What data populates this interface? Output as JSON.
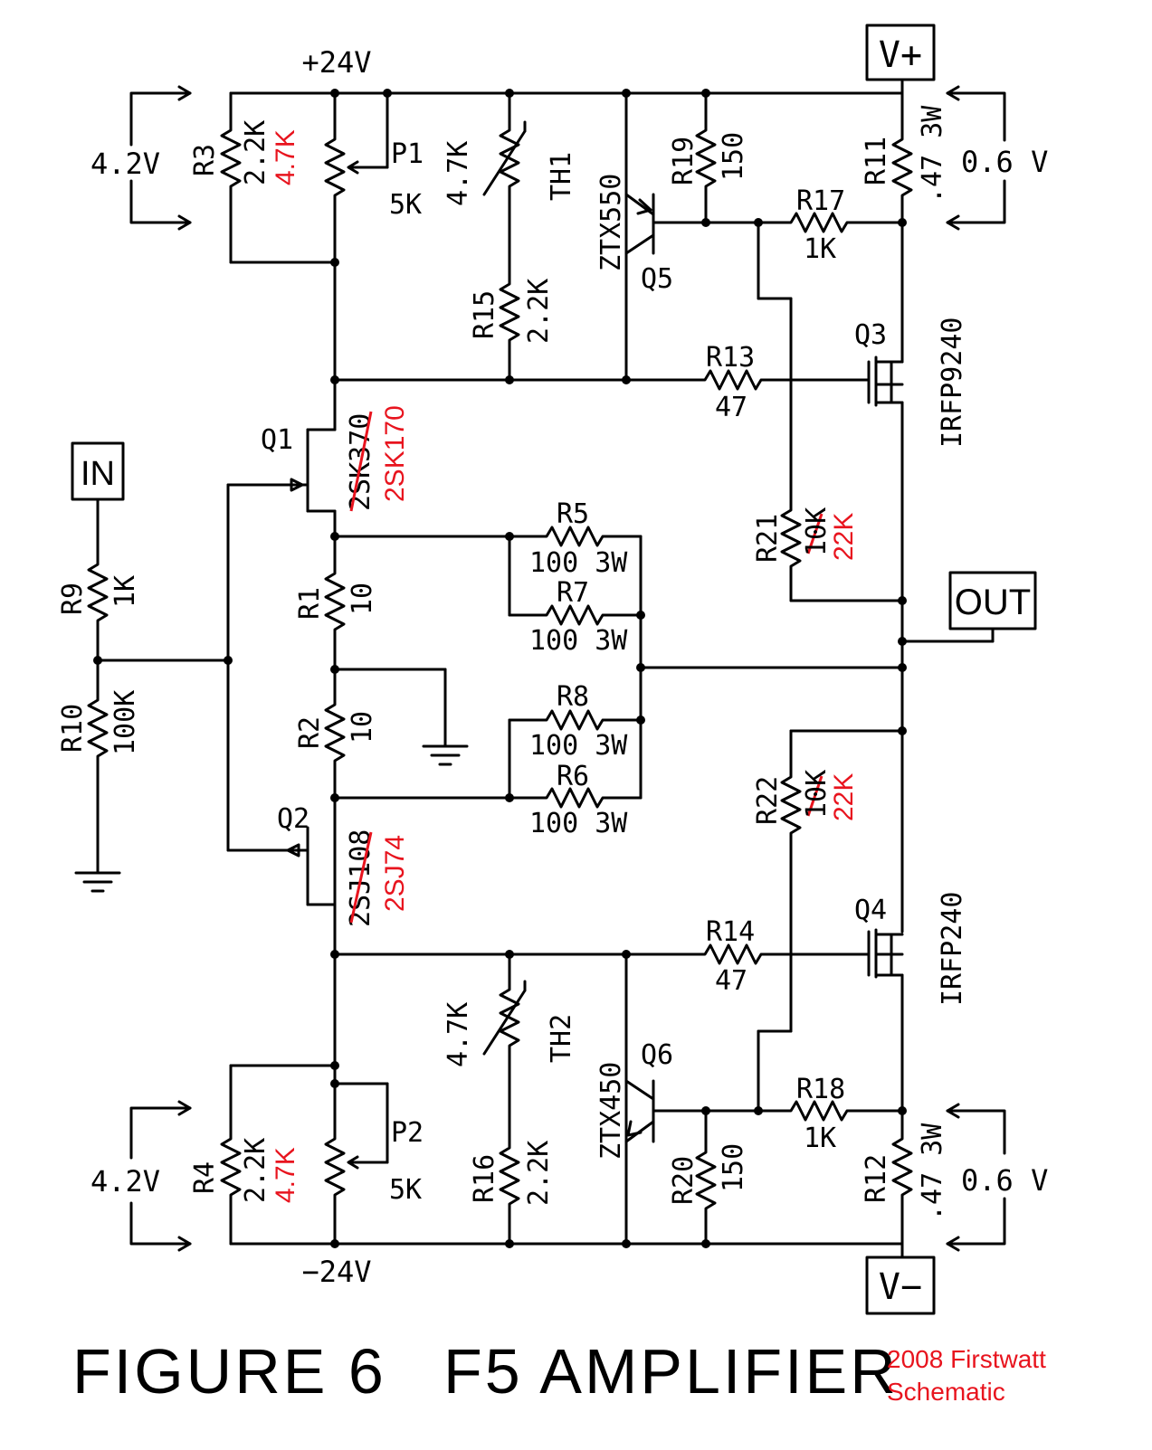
{
  "title": "FIGURE 6",
  "subtitle": "F5 AMPLIFIER",
  "note_line1": "2008 Firstwatt",
  "note_line2": "Schematic",
  "colors": {
    "ink": "#000000",
    "annotation": "#e8141e"
  },
  "rails": {
    "pos24": "+24V",
    "neg24": "−24V",
    "vplus": "V+",
    "vminus": "V−",
    "in": "IN",
    "out": "OUT"
  },
  "measurements": {
    "top_left": "4.2V",
    "bottom_left": "4.2V",
    "top_right": "0.6 V",
    "bottom_right": "0.6 V"
  },
  "components": {
    "R3": {
      "ref": "R3",
      "value": "2.2K",
      "new_value": "4.7K"
    },
    "R4": {
      "ref": "R4",
      "value": "2.2K",
      "new_value": "4.7K"
    },
    "P1": {
      "ref": "P1",
      "value": "5K"
    },
    "P2": {
      "ref": "P2",
      "value": "5K"
    },
    "TH1": {
      "ref": "TH1",
      "value": "4.7K"
    },
    "TH2": {
      "ref": "TH2",
      "value": "4.7K"
    },
    "R15": {
      "ref": "R15",
      "value": "2.2K"
    },
    "R16": {
      "ref": "R16",
      "value": "2.2K"
    },
    "Q5": {
      "ref": "Q5",
      "part": "ZTX550"
    },
    "Q6": {
      "ref": "Q6",
      "part": "ZTX450"
    },
    "R19": {
      "ref": "R19",
      "value": "150"
    },
    "R20": {
      "ref": "R20",
      "value": "150"
    },
    "R11": {
      "ref": "R11",
      "value": ".47 3W"
    },
    "R12": {
      "ref": "R12",
      "value": ".47 3W"
    },
    "R17": {
      "ref": "R17",
      "value": "1K"
    },
    "R18": {
      "ref": "R18",
      "value": "1K"
    },
    "R13": {
      "ref": "R13",
      "value": "47"
    },
    "R14": {
      "ref": "R14",
      "value": "47"
    },
    "Q3": {
      "ref": "Q3",
      "part": "IRFP9240"
    },
    "Q4": {
      "ref": "Q4",
      "part": "IRFP240"
    },
    "Q1": {
      "ref": "Q1",
      "old_part": "2SK370",
      "new_part": "2SK170"
    },
    "Q2": {
      "ref": "Q2",
      "old_part": "2SJ108",
      "new_part": "2SJ74"
    },
    "R5": {
      "ref": "R5",
      "value": "100 3W"
    },
    "R6": {
      "ref": "R6",
      "value": "100 3W"
    },
    "R7": {
      "ref": "R7",
      "value": "100 3W"
    },
    "R8": {
      "ref": "R8",
      "value": "100 3W"
    },
    "R1": {
      "ref": "R1",
      "value": "10"
    },
    "R2": {
      "ref": "R2",
      "value": "10"
    },
    "R9": {
      "ref": "R9",
      "value": "1K"
    },
    "R10": {
      "ref": "R10",
      "value": "100K"
    },
    "R21": {
      "ref": "R21",
      "old_value": "10K",
      "new_value": "22K"
    },
    "R22": {
      "ref": "R22",
      "old_value": "10K",
      "new_value": "22K"
    }
  }
}
